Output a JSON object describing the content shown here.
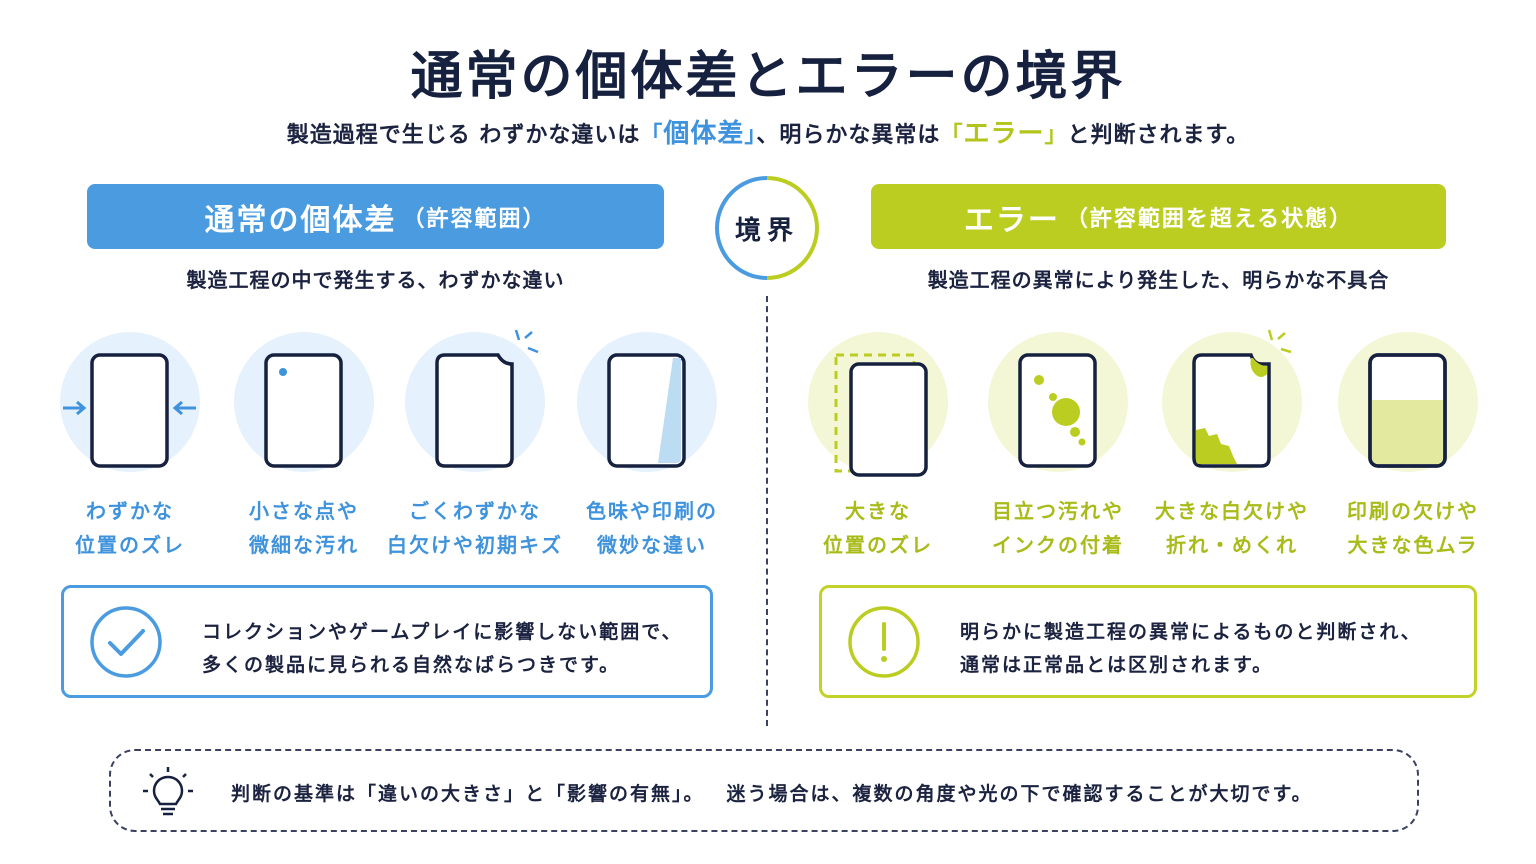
{
  "title": "通常の個体差とエラーの境界",
  "subtitle": {
    "prefix": "製造過程で生じる わずかな違いは",
    "open1": "「",
    "hl1": "個体差",
    "close1": "」",
    "middle": "、明らかな異常は",
    "open2": "「",
    "hl2": "エラー",
    "close2": "」",
    "suffix": "と判断されます。"
  },
  "boundary_label": "境界",
  "left": {
    "banner_main": "通常の個体差",
    "banner_paren": "（許容範囲）",
    "description": "製造工程の中で発生する、わずかな違い",
    "items": [
      {
        "line1": "わずかな",
        "line2": "位置のズレ"
      },
      {
        "line1": "小さな点や",
        "line2": "微細な汚れ"
      },
      {
        "line1": "ごくわずかな",
        "line2": "白欠けや初期キズ"
      },
      {
        "line1": "色味や印刷の",
        "line2": "微妙な違い"
      }
    ],
    "note_line1": "コレクションやゲームプレイに影響しない範囲で、",
    "note_line2": "多くの製品に見られる自然なばらつきです。"
  },
  "right": {
    "banner_main": "エラー",
    "banner_paren": "（許容範囲を超える状態）",
    "description": "製造工程の異常により発生した、明らかな不具合",
    "items": [
      {
        "line1": "大きな",
        "line2": "位置のズレ"
      },
      {
        "line1": "目立つ汚れや",
        "line2": "インクの付着"
      },
      {
        "line1": "大きな白欠けや",
        "line2": "折れ・めくれ"
      },
      {
        "line1": "印刷の欠けや",
        "line2": "大きな色ムラ"
      }
    ],
    "note_line1": "明らかに製造工程の異常によるものと判断され、",
    "note_line2": "通常は正常品とは区別されます。"
  },
  "tip": {
    "part1": "判断の基準は「違いの大きさ」と「影響の有無」。",
    "part2": "迷う場合は、複数の角度や光の下で確認することが大切です。"
  },
  "colors": {
    "blue_accent": "#4a9be0",
    "green_accent": "#bccd22",
    "navy": "#16203f"
  },
  "icons": {
    "note_left": "check-icon",
    "note_right": "exclamation-icon",
    "tip": "lightbulb-icon"
  }
}
